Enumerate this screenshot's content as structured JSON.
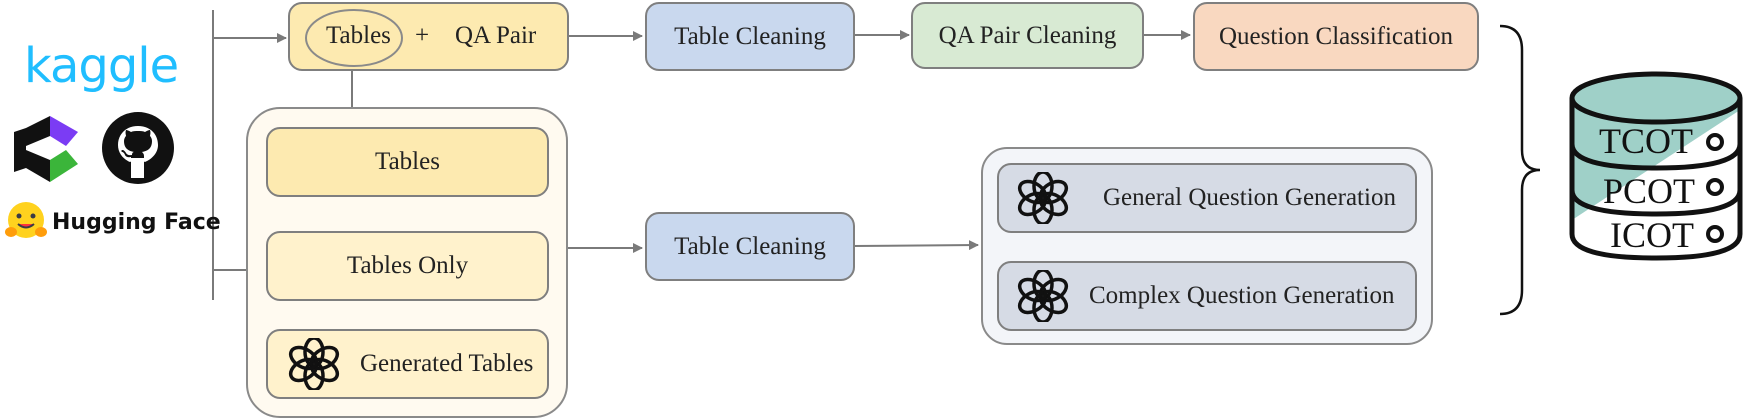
{
  "sources": {
    "kaggle": "kaggle",
    "hugging_face": "Hugging Face"
  },
  "top_row": {
    "tables": "Tables",
    "plus": "+",
    "qa_pair": "QA Pair",
    "table_cleaning": "Table Cleaning",
    "qa_pair_cleaning": "QA Pair Cleaning",
    "question_classification": "Question Classification"
  },
  "table_group": {
    "tables": "Tables",
    "tables_only": "Tables Only",
    "generated_tables": "Generated Tables"
  },
  "middle": {
    "table_cleaning": "Table Cleaning"
  },
  "generation": {
    "general": "General Question Generation",
    "complex": "Complex Question Generation"
  },
  "database": {
    "items": [
      "TCOT",
      "PCOT",
      "ICOT"
    ]
  },
  "colors": {
    "yellow": "#fdeab0",
    "light_yellow": "#fff2cc",
    "blue": "#c9d8ee",
    "green": "#d8ead3",
    "peach": "#f9d8c0",
    "grey": "#d6dbe5",
    "teal": "#9fd0c8",
    "kaggle_blue": "#20beff"
  },
  "icons": [
    "kaggle-logo",
    "dataset-logo",
    "github-icon",
    "hugging-face-icon",
    "openai-icon",
    "database-icon"
  ]
}
